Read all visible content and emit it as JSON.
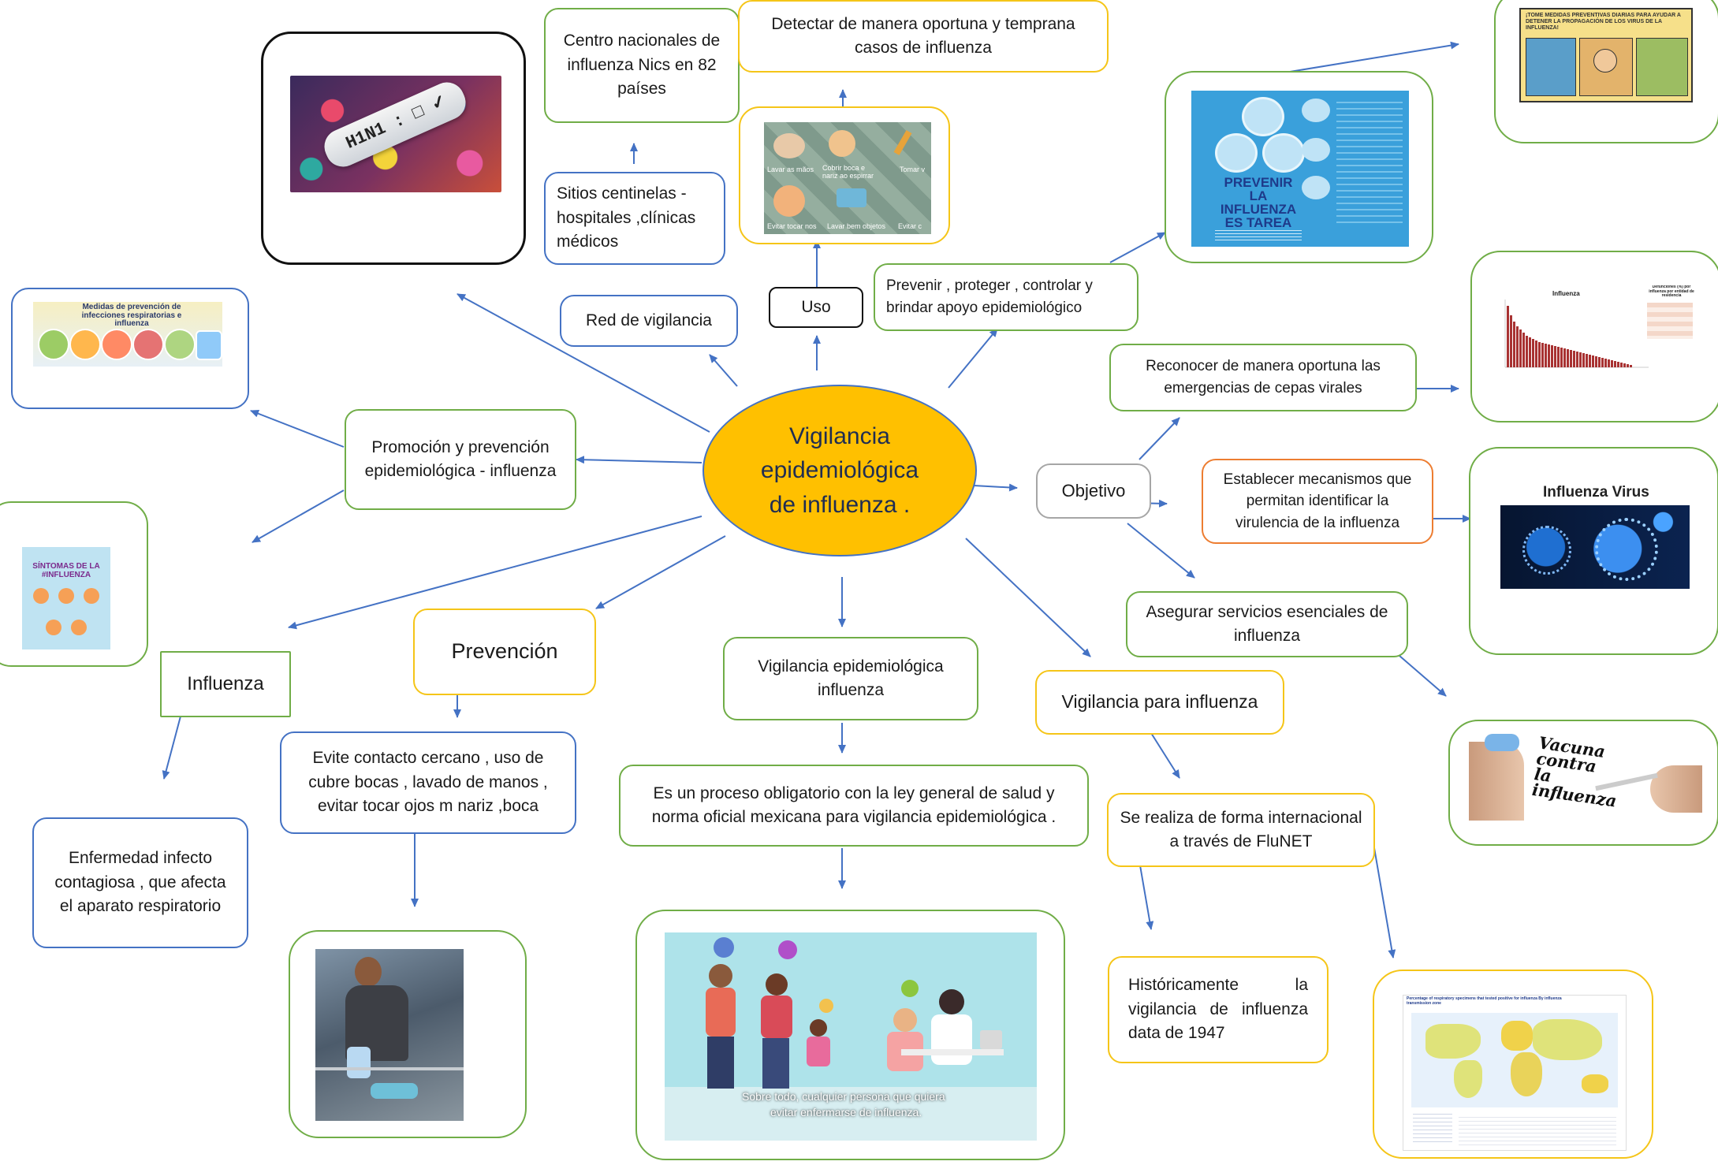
{
  "central": {
    "line1": "Vigilancia",
    "line2": "epidemiológica",
    "line3": "de influenza ."
  },
  "nodes": {
    "centro_nacionales": "Centro nacionales de influenza  Nics en 82 países",
    "detectar": "Detectar de manera oportuna y temprana casos de influenza",
    "sitios_centinelas": "Sitios  centinelas  - hospitales ,clínicas médicos",
    "red_vigilancia": "Red de vigilancia",
    "uso": "Uso",
    "prevenir": "Prevenir  , proteger  , controlar  y brindar apoyo epidemiológico",
    "reconocer": "Reconocer de manera oportuna las emergencias de cepas virales",
    "promocion": "Promoción y prevención epidemiológica - influenza",
    "objetivo": "Objetivo",
    "establecer": "Establecer mecanismos que permitan identificar la virulencia de la influenza",
    "asegurar": "Asegurar servicios esenciales de influenza",
    "influenza": "Influenza",
    "prevencion": "Prevención",
    "vig_epi_influenza": "Vigilancia epidemiológica influenza",
    "vig_para_influenza": "Vigilancia para influenza",
    "evite_contacto": "Evite contacto cercano , uso de cubre bocas , lavado de manos , evitar tocar ojos m nariz ,boca",
    "proceso_obligatorio": "Es un proceso obligatorio con la ley general de salud y norma oficial mexicana para vigilancia epidemiológica .",
    "forma_internacional": "Se realiza de forma internacional a través de  FluNET",
    "enfermedad": "Enfermedad infecto contagiosa , que afecta el aparato respiratorio",
    "historicamente": "Históricamente la vigilancia de influenza data de 1947"
  },
  "image_text": {
    "h1n1": "H1N1 : □ ✓",
    "medidas_title": "Medidas de prevención de infecciones respiratorias e influenza",
    "sintomas_title": "SÍNTOMAS DE LA #INFLUENZA",
    "hygiene_labels": [
      "Lavar as mãos",
      "Cobrir boca e nariz ao espirrar",
      "Tomar v",
      "Evitar tocar nos",
      "Lavar bem objetos",
      "Evitar c"
    ],
    "prevenir_poster": "PREVENIR LA INFLUENZA ES TAREA DE TODOS",
    "tome_medidas": "¡TOME MEDIDAS PREVENTIVAS DIARIAS PARA AYUDAR A DETENER LA PROPAGACIÓN DE LOS VIRUS DE LA INFLUENZA!",
    "chart_title": "Influenza",
    "chart_legend": "Defunciones (%) por influenza por entidad de residencia",
    "influenza_virus": "Influenza Virus",
    "vacuna": "Vacuna contra la influenza",
    "video_caption_1": "Sobre todo, cualquier persona que quiera",
    "video_caption_2": "evitar enfermarse de influenza.",
    "flunet_title": "Percentage of respiratory specimens that tested positive for influenza By influenza transmission zone"
  },
  "colors": {
    "central_fill": "#ffc000",
    "green": "#70ad47",
    "blue": "#4472c4",
    "yellow": "#f5c518",
    "orange": "#ed7d31",
    "gray": "#a6a6a6",
    "arrow": "#4472c4"
  }
}
